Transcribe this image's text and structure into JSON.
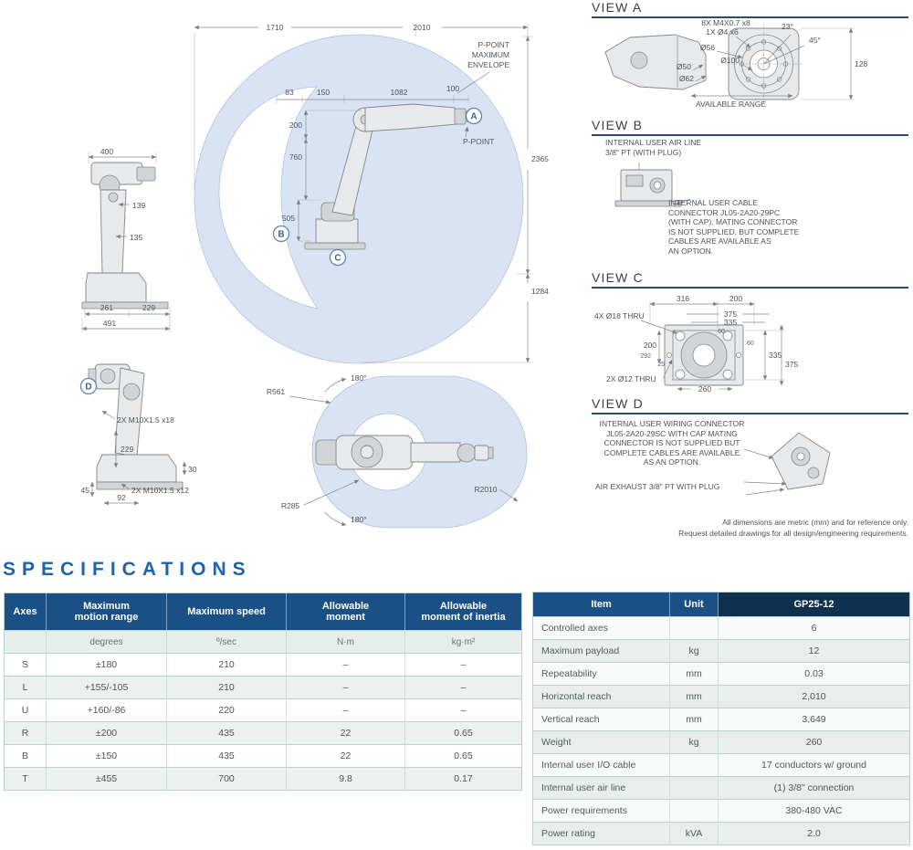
{
  "colors": {
    "header_blue": "#1a5086",
    "header_navy": "#10304f",
    "title_blue": "#1d63ad",
    "envelope_fill": "#d9e3f4"
  },
  "views": {
    "a": {
      "title": "VIEW A",
      "bolt_note": "8X M4X0.7 x8",
      "pin_note": "1X Ø4 x6",
      "angle_23": "23°",
      "angle_45": "45°",
      "dia_56": "Ø56",
      "dia_100": "Ø100",
      "dia_50": "Ø50",
      "dia_62": "Ø62",
      "dim_128": "128",
      "available_range": "AVAILABLE RANGE"
    },
    "b": {
      "title": "VIEW B",
      "air_line_note": "INTERNAL USER AIR LINE\n3/8\" PT (WITH PLUG)",
      "cable_note": "INTERNAL USER CABLE\nCONNECTOR JL05-2A20-29PC\n(WITH CAP). MATING CONNECTOR\nIS NOT SUPPLIED, BUT COMPLETE\nCABLES ARE AVAILABLE AS\nAN OPTION."
    },
    "c": {
      "title": "VIEW C",
      "dim_316": "316",
      "dim_200_top": "200",
      "dim_375_top": "375",
      "dim_335_top": "335",
      "dim_60_top": "60",
      "hole_note_18": "4X Ø18 THRU",
      "dim_200_left": "200",
      "dim_292": "292",
      "dim_25": "25",
      "hole_note_12": "2X Ø12 THRU",
      "dim_260": "260",
      "dim_60_right": "60",
      "dim_335_right": "335",
      "dim_375_right": "375"
    },
    "d": {
      "title": "VIEW D",
      "wiring_note": "INTERNAL USER WIRING CONNECTOR\nJL05-2A20-29SC WITH CAP MATING\nCONNECTOR IS NOT SUPPLIED BUT\nCOMPLETE CABLES ARE AVAILABLE\nAS AN OPTION.",
      "air_exhaust_note": "AIR EXHAUST 3/8\" PT WITH PLUG"
    }
  },
  "drawings": {
    "side_view": {
      "d400": "400",
      "d139": "139",
      "d135": "135",
      "d261": "261",
      "d229": "229",
      "d491": "491"
    },
    "envelope": {
      "p_env_1": "P-POINT",
      "p_env_2": "MAXIMUM",
      "p_env_3": "ENVELOPE",
      "p_point": "P-POINT",
      "d1710": "1710",
      "d2010": "2010",
      "d83": "83",
      "d150": "150",
      "d1082": "1082",
      "d100": "100",
      "d200": "200",
      "d760": "760",
      "d505": "505",
      "d2365": "2365",
      "d1284": "1284",
      "label_a": "A",
      "label_b": "B",
      "label_c": "C"
    },
    "mount_view": {
      "label_d": "D",
      "bolt_note_top": "2X M10X1.5 x18",
      "d229": "229",
      "d30": "30",
      "d45": "45",
      "d92": "92",
      "bolt_note_bottom": "2X M10X1.5 x12"
    },
    "top_view": {
      "d180_top": "180°",
      "d180_bottom": "180°",
      "r561": "R561",
      "r285": "R285",
      "r2010": "R2010"
    }
  },
  "disclaimer": {
    "line1": "All dimensions are metric (mm) and for reference only.",
    "line2": "Request detailed drawings for all design/engineering requirements."
  },
  "specs": {
    "title": "SPECIFICATIONS",
    "axes_table": {
      "headers": [
        "Axes",
        "Maximum\nmotion range",
        "Maximum speed",
        "Allowable\nmoment",
        "Allowable\nmoment of inertia"
      ],
      "units": [
        "",
        "degrees",
        "º/sec",
        "N·m",
        "kg·m²"
      ],
      "rows": [
        [
          "S",
          "±180",
          "210",
          "–",
          "–"
        ],
        [
          "L",
          "+155/-105",
          "210",
          "–",
          "–"
        ],
        [
          "U",
          "+160/-86",
          "220",
          "–",
          "–"
        ],
        [
          "R",
          "±200",
          "435",
          "22",
          "0.65"
        ],
        [
          "B",
          "±150",
          "435",
          "22",
          "0.65"
        ],
        [
          "T",
          "±455",
          "700",
          "9.8",
          "0.17"
        ]
      ]
    },
    "model_table": {
      "headers": [
        "Item",
        "Unit",
        "GP25-12"
      ],
      "rows": [
        {
          "item": "Controlled axes",
          "unit": "",
          "value": "6"
        },
        {
          "item": "Maximum payload",
          "unit": "kg",
          "value": "12"
        },
        {
          "item": "Repeatability",
          "unit": "mm",
          "value": "0.03"
        },
        {
          "item": "Horizontal reach",
          "unit": "mm",
          "value": "2,010"
        },
        {
          "item": "Vertical reach",
          "unit": "mm",
          "value": "3,649"
        },
        {
          "item": "Weight",
          "unit": "kg",
          "value": "260"
        },
        {
          "item": "Internal user I/O cable",
          "unit": "",
          "value": "17 conductors w/ ground"
        },
        {
          "item": "Internal user air line",
          "unit": "",
          "value": "(1) 3/8\" connection"
        },
        {
          "item": "Power requirements",
          "unit": "",
          "value": "380-480 VAC"
        },
        {
          "item": "Power rating",
          "unit": "kVA",
          "value": "2.0"
        }
      ]
    }
  }
}
